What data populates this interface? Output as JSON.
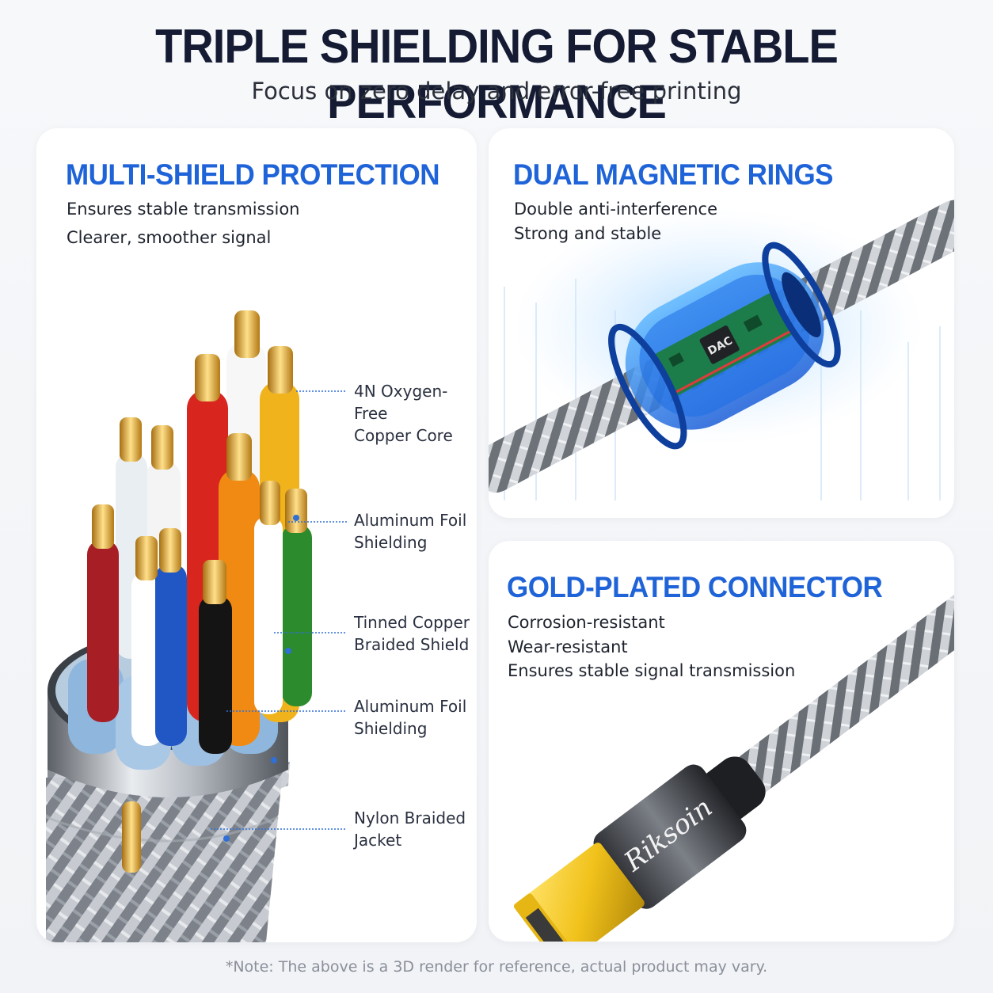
{
  "header": {
    "title": "TRIPLE SHIELDING FOR STABLE PERFORMANCE",
    "subtitle": "Focus on zero delay and error-free printing"
  },
  "multi_shield": {
    "title": "MULTI-SHIELD PROTECTION",
    "lines": [
      "Ensures stable transmission",
      "Clearer, smoother signal"
    ],
    "callouts": [
      "4N Oxygen-Free\nCopper Core",
      "Aluminum Foil\nShielding",
      "Tinned Copper\nBraided Shield",
      "Aluminum Foil\nShielding",
      "Nylon Braided\nJacket"
    ]
  },
  "magnetic_rings": {
    "title": "DUAL MAGNETIC RINGS",
    "lines": [
      "Double anti-interference",
      "Strong and stable"
    ],
    "chip_label": "DAC"
  },
  "connector": {
    "title": "GOLD-PLATED CONNECTOR",
    "lines": [
      "Corrosion-resistant",
      "Wear-resistant",
      "Ensures stable signal transmission"
    ],
    "brand": "Riksoin"
  },
  "footer": {
    "note": "*Note: The above is a 3D render for reference, actual product may vary."
  },
  "colors": {
    "accent": "#1f63d8",
    "copper": "#d8a23a",
    "gold_plug": "#f1c21b",
    "callout_line": "#2f6fd6"
  }
}
